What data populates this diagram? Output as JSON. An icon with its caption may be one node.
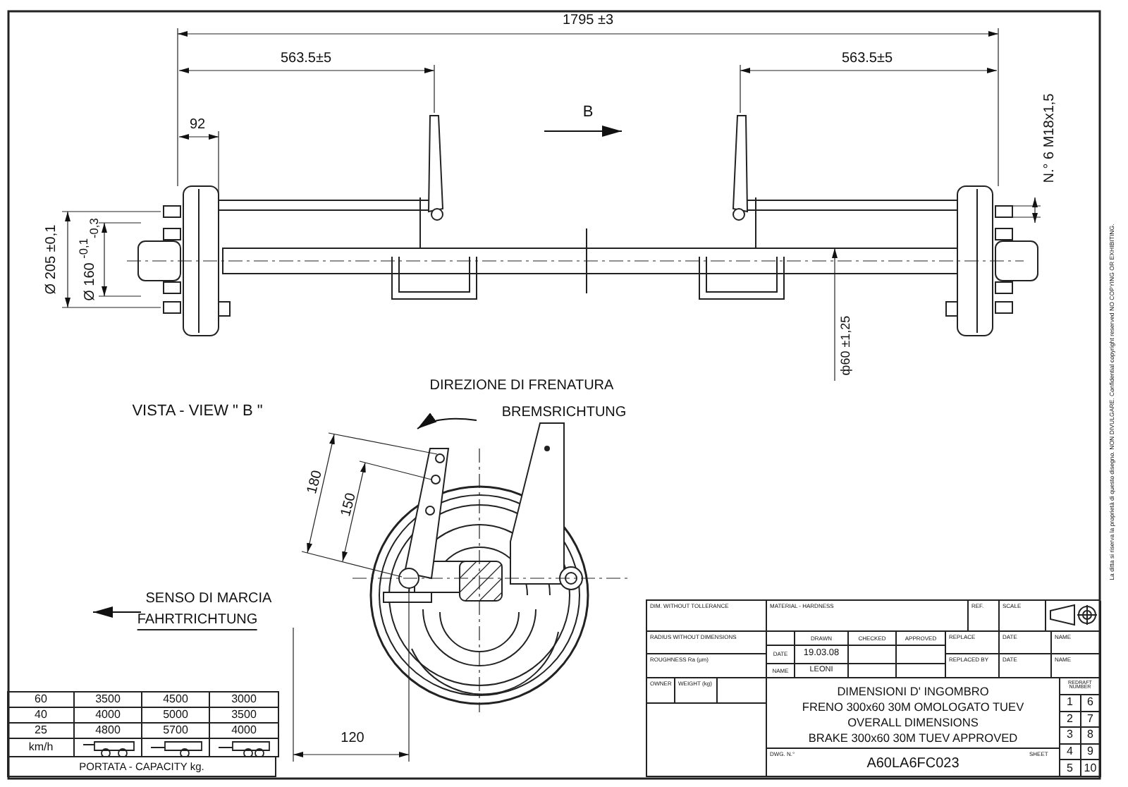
{
  "diagram": {
    "labels": [
      "1795 ±3",
      "563.5±5",
      "563.5±5",
      "92",
      "B",
      "N.° 6 M18x1,5",
      "Ø 205 ±0,1",
      "Ø 160 $^{-0,1}$$_{-0,3}$",
      "ф60 ±1,25",
      "VISTA - VIEW \" B \"",
      "DIREZIONE DI FRENATURA",
      "BREMSRICHTUNG",
      "180",
      "150",
      "SENSO DI MARCIA",
      "FAHRTRICHTUNG",
      "120",
      "La ditta si riserva la proprietà di questo disegno. NON DIVULGARE. Confidential copyright reserved NO COPYING OR EXHIBITING.",
      "60",
      "3500",
      "4500",
      "3000",
      "40",
      "4000",
      "5000",
      "3500",
      "25",
      "4800",
      "5700",
      "4000",
      "km/h",
      "PORTATA - CAPACITY kg.",
      "DIM. WITHOUT TOLLERANCE",
      "MATERIAL - HARDNESS",
      "REF.",
      "SCALE",
      "RADIUS WITHOUT DIMENSIONS",
      "DRAWN",
      "CHECKED",
      "APPROVED",
      "REPLACE",
      "DATE",
      "NAME",
      "ROUGHNESS Ra (µm)",
      "DATE",
      "19.03.08",
      "REPLACED BY",
      "DATE",
      "NAME",
      "NAME",
      "LEONI",
      "OWNER",
      "WEIGHT (kg)",
      "DIMENSIONI D' INGOMBRO",
      "FRENO 300x60 30M OMOLOGATO TUEV",
      "OVERALL DIMENSIONS",
      "BRAKE 300x60 30M TUEV APPROVED",
      "REDRAFT NUMBER",
      "1",
      "6",
      "2",
      "7",
      "3",
      "8",
      "4",
      "9",
      "5",
      "10",
      "DWG. N.°",
      "A60LA6FC023",
      "SHEET"
    ]
  }
}
